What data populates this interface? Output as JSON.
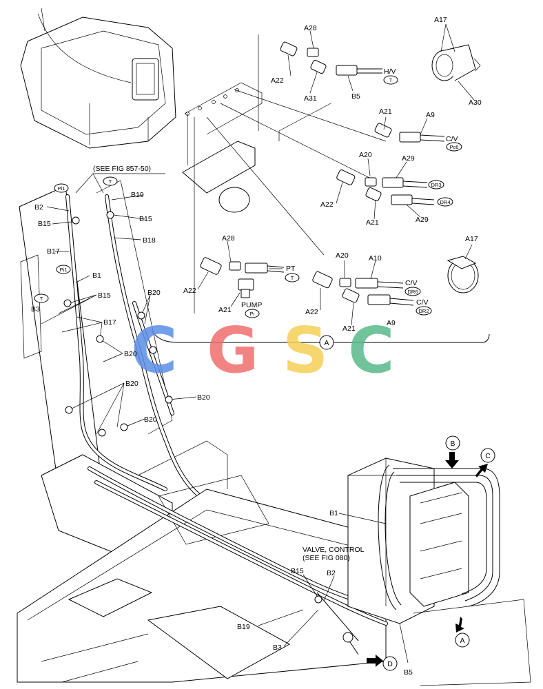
{
  "watermark": {
    "letters": [
      {
        "char": "C",
        "color": "#5b8ee6"
      },
      {
        "char": "G",
        "color": "#ef6f6c"
      },
      {
        "char": "S",
        "color": "#f5cf55"
      },
      {
        "char": "C",
        "color": "#58b98a"
      }
    ]
  },
  "labels": {
    "see_fig_857": "(SEE FIG 857-50)",
    "valve_control": "VALVE, CONTROL",
    "see_fig_080": "(SEE FIG 080)",
    "pump": "PUMP",
    "hv": "H/V",
    "cv": "C/V",
    "pt": "PT"
  },
  "ovals": {
    "t": "T",
    "pi1": "Pi1",
    "pi": "Pi",
    "pc6": "Pc6",
    "dr3": "DR3",
    "dr4": "DR4",
    "dr6": "DR6",
    "dr2": "DR2"
  },
  "callouts": {
    "a": "A",
    "b": "B",
    "c": "C",
    "d": "D"
  },
  "parts": {
    "a28": "A28",
    "a22": "A22",
    "a31": "A31",
    "b5": "B5",
    "a17": "A17",
    "a30": "A30",
    "a21": "A21",
    "a9": "A9",
    "a20": "A20",
    "a29": "A29",
    "a10": "A10",
    "b2": "B2",
    "b15": "B15",
    "b17": "B17",
    "b1": "B1",
    "b3": "B3",
    "b19": "B19",
    "b18": "B18",
    "b20": "B20"
  }
}
